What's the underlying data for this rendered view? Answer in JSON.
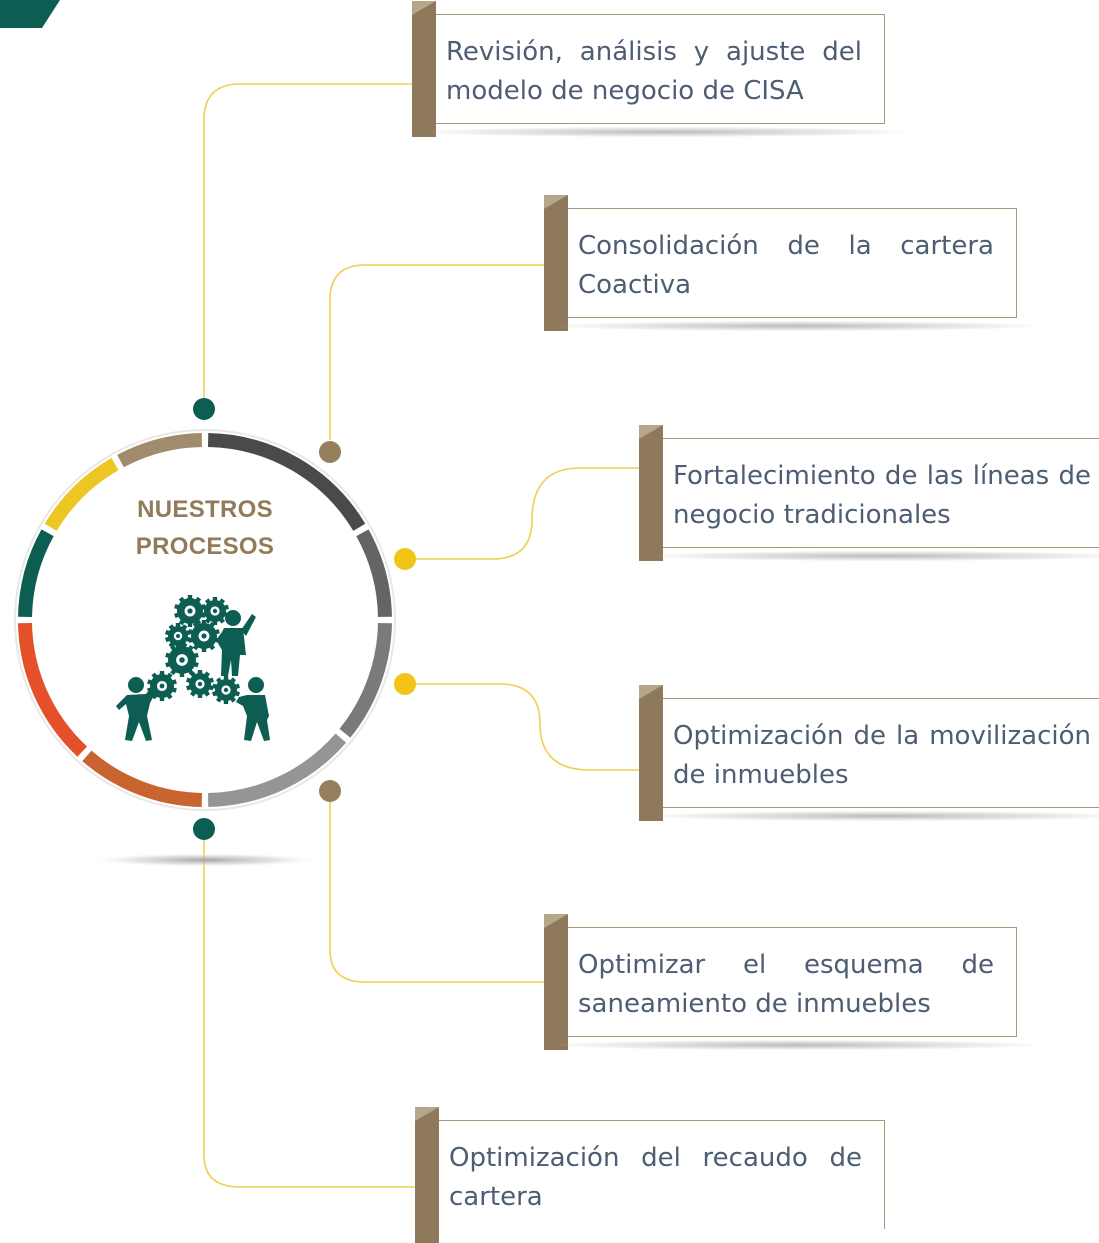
{
  "center": {
    "title_line1": "NUESTROS",
    "title_line2": "PROCESOS",
    "icon": "teamwork-gears-icon"
  },
  "colors": {
    "teal": "#0d5e52",
    "tan": "#95805e",
    "gold": "#f2c418",
    "connector": "#f0cf52",
    "text": "#4d5d73",
    "ring_segments": [
      "#4a4a4a",
      "#646464",
      "#7a7a7a",
      "#959595",
      "#c96430",
      "#e4502a",
      "#0d5e52",
      "#edc623",
      "#a08c6c"
    ]
  },
  "items": [
    {
      "text": "Revisión, análisis y ajuste del modelo de negocio de CISA",
      "marker": "teal"
    },
    {
      "text": "Consolidación de la cartera Coactiva",
      "marker": "tan"
    },
    {
      "text": "Fortalecimiento de las líneas de negocio tradicionales",
      "marker": "gold"
    },
    {
      "text": "Optimización de la movilización de inmuebles",
      "marker": "gold"
    },
    {
      "text": "Optimizar el esquema de saneamiento de inmuebles",
      "marker": "tan"
    },
    {
      "text": "Optimización del recaudo de cartera",
      "marker": "teal"
    }
  ]
}
